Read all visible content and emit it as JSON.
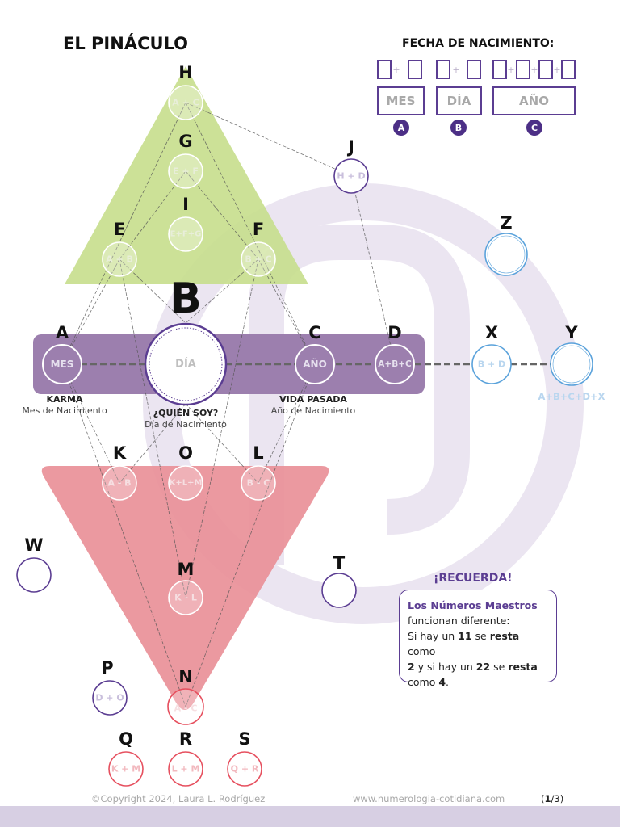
{
  "page_title": "EL PINÁCULO",
  "fecha": {
    "title": "FECHA DE NACIMIENTO:",
    "boxes": [
      {
        "label": "MES",
        "badge": "A"
      },
      {
        "label": "DÍA",
        "badge": "B"
      },
      {
        "label": "AÑO",
        "badge": "C"
      }
    ],
    "plus_sign": "+"
  },
  "nodes": {
    "H": {
      "letter": "H",
      "formula": "A + C"
    },
    "G": {
      "letter": "G",
      "formula": "E + F"
    },
    "I": {
      "letter": "I",
      "formula": "E+F+G"
    },
    "E": {
      "letter": "E",
      "formula": "A + B"
    },
    "F": {
      "letter": "F",
      "formula": "B + C"
    },
    "J": {
      "letter": "J",
      "formula": "H + D"
    },
    "Z": {
      "letter": "Z",
      "formula": ""
    },
    "B": {
      "letter": "B",
      "formula": "DÍA"
    },
    "A": {
      "letter": "A",
      "formula": "MES"
    },
    "C": {
      "letter": "C",
      "formula": "AÑO"
    },
    "D": {
      "letter": "D",
      "formula": "A+B+C"
    },
    "X": {
      "letter": "X",
      "formula": "B + D"
    },
    "Y": {
      "letter": "Y",
      "formula": "A+B+C+D+X"
    },
    "K": {
      "letter": "K",
      "formula": "A - B"
    },
    "O": {
      "letter": "O",
      "formula": "K+L+M"
    },
    "L": {
      "letter": "L",
      "formula": "B - C"
    },
    "M": {
      "letter": "M",
      "formula": "K - L"
    },
    "N": {
      "letter": "N",
      "formula": "A - C"
    },
    "W": {
      "letter": "W",
      "formula": ""
    },
    "T": {
      "letter": "T",
      "formula": ""
    },
    "P": {
      "letter": "P",
      "formula": "D + O"
    },
    "Q": {
      "letter": "Q",
      "formula": "K + M"
    },
    "R": {
      "letter": "R",
      "formula": "L + M"
    },
    "S": {
      "letter": "S",
      "formula": "Q + R"
    }
  },
  "captions": {
    "karma": {
      "bold": "KARMA",
      "text": "Mes de Nacimiento"
    },
    "quien": {
      "bold": "¿QUIÉN SOY?",
      "text": "Día de Nacimiento"
    },
    "vida": {
      "bold": "VIDA PASADA",
      "text": "Año de Nacimiento"
    }
  },
  "recuerda": {
    "title": "¡RECUERDA!",
    "heading": "Los Números Maestros",
    "line1": "funcionan diferente:",
    "line2_a": "Si hay un ",
    "line2_num": "11",
    "line2_b": " se ",
    "line2_bold": "resta",
    "line2_c": " como",
    "line3_num": "2",
    "line3_a": " y si hay un ",
    "line3_num2": "22",
    "line3_b": " se ",
    "line3_bold": "resta",
    "line4_a": "como ",
    "line4_num": "4",
    "line4_b": "."
  },
  "footer": {
    "copyright": "©Copyright 2024, Laura L. Rodríguez",
    "website": "www.numerologia-cotidiana.com",
    "page_open": "(",
    "page_current": "1",
    "page_sep": "/3)"
  },
  "colors": {
    "purple": "#5b3d92",
    "green": "#c6de8c",
    "red": "#e99098",
    "band": "#9c7fae",
    "blue": "#5aa2db",
    "circle_red": "#e6505f"
  }
}
